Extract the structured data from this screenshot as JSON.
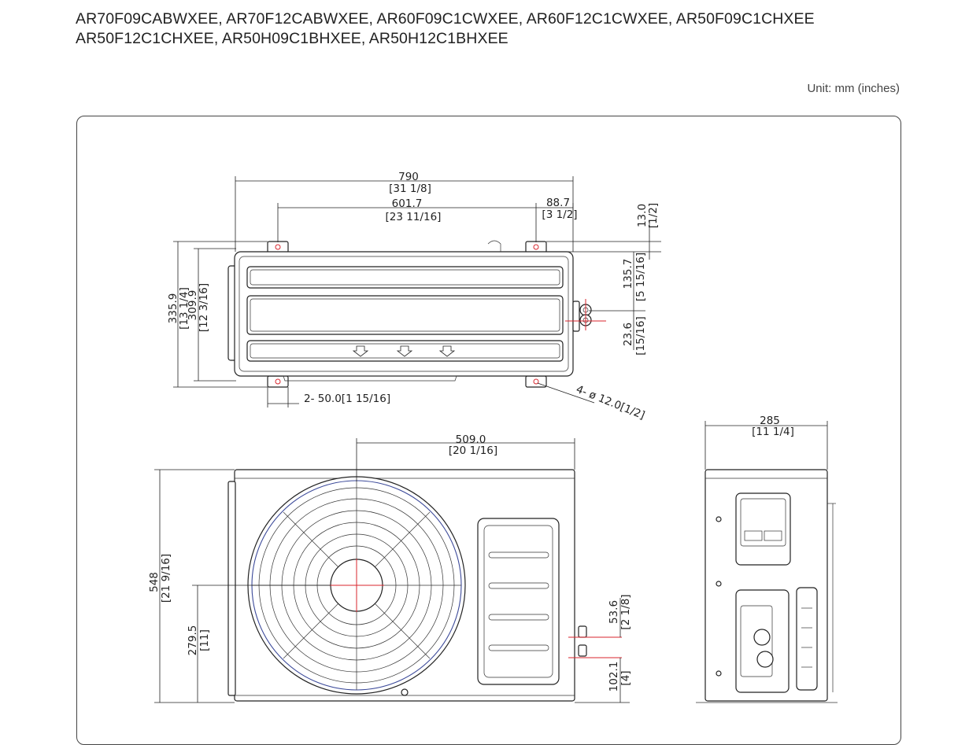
{
  "models": {
    "line1": "AR70F09CABWXEE, AR70F12CABWXEE, AR60F09C1CWXEE, AR60F12C1CWXEE, AR50F09C1CHXEE",
    "line2": "AR50F12C1CHXEE,  AR50H09C1BHXEE,  AR50H12C1BHXEE"
  },
  "unit_label": "Unit: mm (inches)",
  "dimensions": {
    "top_width_mm": "790",
    "top_width_in": "[31 1/8]",
    "top_mount_mm": "601.7",
    "top_mount_in": "[23 11/16]",
    "top_offset_mm": "88.7",
    "top_offset_in": "[3 1/2]",
    "top_small_mm": "13.0",
    "top_small_in": "[1/2]",
    "top_right1_mm": "135.7",
    "top_right1_in": "[5 15/16]",
    "top_right2_mm": "23.6",
    "top_right2_in": "[15/16]",
    "top_depth_mm": "335.9",
    "top_depth_in": "[13 1/4]",
    "top_depth2_mm": "309.9",
    "top_depth2_in": "[12 3/16]",
    "slot_label": "2- 50.0[1 15/16]",
    "hole_label": "4- ø 12.0[1/2]",
    "front_width_mm": "509.0",
    "front_width_in": "[20 1/16]",
    "front_height_mm": "548",
    "front_height_in": "[21 9/16]",
    "front_center_mm": "279.5",
    "front_center_in": "[11]",
    "front_valve1_mm": "53.6",
    "front_valve1_in": "[2 1/8]",
    "front_valve2_mm": "102.1",
    "front_valve2_in": "[4]",
    "side_width_mm": "285",
    "side_width_in": "[11 1/4]"
  },
  "colors": {
    "centerline": "#d8262e",
    "fan_grille": "#3c4a9a",
    "line": "#222222"
  }
}
